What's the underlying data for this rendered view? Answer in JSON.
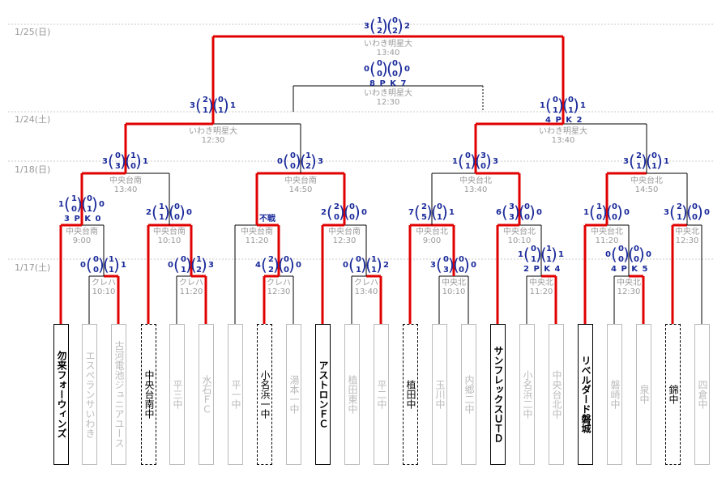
{
  "dates": {
    "d1": "1/25(日)",
    "d2": "1/24(土)",
    "d3": "1/18(日)",
    "d4": "1/17(土)"
  },
  "venues": {
    "final": {
      "name": "いわき明星大",
      "time": "13:40"
    },
    "third": {
      "name": "いわき明星大",
      "time": "12:30"
    },
    "sfL": {
      "name": "いわき明星大",
      "time": "12:30"
    },
    "sfR": {
      "name": "いわき明星大",
      "time": "13:40"
    },
    "q1": {
      "name": "中央台南",
      "time": "13:40"
    },
    "q2": {
      "name": "中央台南",
      "time": "14:50"
    },
    "q3": {
      "name": "中央台北",
      "time": "13:40"
    },
    "q4": {
      "name": "中央台北",
      "time": "14:50"
    },
    "r1": {
      "name": "中央台南",
      "time": "9:00"
    },
    "r2": {
      "name": "中央台南",
      "time": "10:10"
    },
    "r3": {
      "name": "中央台南",
      "time": "11:20"
    },
    "r4": {
      "name": "中央台南",
      "time": "12:30"
    },
    "r5": {
      "name": "中央台北",
      "time": "9:00"
    },
    "r6": {
      "name": "中央台北",
      "time": "10:10"
    },
    "r7": {
      "name": "中央台北",
      "time": "11:20"
    },
    "r8": {
      "name": "中央北",
      "time": "12:30"
    },
    "p1": {
      "name": "クレハ",
      "time": "10:10"
    },
    "p2": {
      "name": "クレハ",
      "time": "11:20"
    },
    "p3": {
      "name": "クレハ",
      "time": "12:30"
    },
    "p4": {
      "name": "クレハ",
      "time": "13:40"
    },
    "p5": {
      "name": "中央北",
      "time": "10:10"
    },
    "p6": {
      "name": "中央北",
      "time": "11:20"
    },
    "p7": {
      "name": "中央北",
      "time": "12:30"
    }
  },
  "teams": [
    "勿来フォーウィンズ",
    "エスペランサいわき",
    "古河電池ジュニアユース",
    "中央台南中",
    "平三中",
    "水石ＦＣ",
    "平一中",
    "小名浜一中",
    "湯本一中",
    "アストロンＦＣ",
    "植田東中",
    "平二中",
    "植田中",
    "玉川中",
    "内郷二中",
    "サンフレックスＵＴＤ",
    "小名浜二中",
    "中央台北中",
    "リベルダード磐城",
    "磐崎中",
    "泉中",
    "錦中",
    "四倉中"
  ],
  "scores": {
    "final": {
      "left": "3",
      "a": "1",
      "b": "2",
      "c": "0",
      "d": "2",
      "right": "2"
    },
    "third": {
      "left": "0",
      "a": "0",
      "b": "0",
      "c": "0",
      "d": "0",
      "right": "0",
      "pk": "8 P K 7"
    },
    "sfL": {
      "left": "3",
      "a": "2",
      "b": "1",
      "c": "0",
      "d": "1",
      "right": "1"
    },
    "sfR": {
      "left": "1",
      "a": "0",
      "b": "1",
      "c": "0",
      "d": "1",
      "right": "1",
      "pk": "4 P K 2"
    },
    "q1": {
      "left": "3",
      "a": "0",
      "b": "3",
      "c": "1",
      "d": "0",
      "right": "1"
    },
    "q2": {
      "left": "0",
      "a": "0",
      "b": "0",
      "c": "1",
      "d": "2",
      "right": "3"
    },
    "q3": {
      "left": "1",
      "a": "0",
      "b": "1",
      "c": "3",
      "d": "0",
      "right": "3"
    },
    "q4": {
      "left": "3",
      "a": "2",
      "b": "1",
      "c": "0",
      "d": "1",
      "right": "1"
    },
    "r1": {
      "left": "1",
      "a": "1",
      "b": "0",
      "c": "0",
      "d": "1",
      "right": "0",
      "pk": "3 P K 0"
    },
    "r2": {
      "left": "2",
      "a": "1",
      "b": "1",
      "c": "0",
      "d": "0",
      "right": "0"
    },
    "r4": {
      "left": "2",
      "a": "2",
      "b": "0",
      "c": "0",
      "d": "0",
      "right": "0"
    },
    "r5": {
      "left": "7",
      "a": "2",
      "b": "5",
      "c": "0",
      "d": "1",
      "right": "1"
    },
    "r6": {
      "left": "6",
      "a": "3",
      "b": "3",
      "c": "0",
      "d": "0",
      "right": "0"
    },
    "r7": {
      "left": "1",
      "a": "1",
      "b": "0",
      "c": "0",
      "d": "0",
      "right": "0"
    },
    "r8": {
      "left": "3",
      "a": "2",
      "b": "1",
      "c": "0",
      "d": "0",
      "right": "0"
    },
    "p1": {
      "left": "0",
      "a": "0",
      "b": "0",
      "c": "1",
      "d": "1",
      "right": "1"
    },
    "p2": {
      "left": "0",
      "a": "0",
      "b": "1",
      "c": "1",
      "d": "2",
      "right": "3"
    },
    "p3": {
      "left": "4",
      "a": "2",
      "b": "2",
      "c": "0",
      "d": "0",
      "right": "0"
    },
    "p4": {
      "left": "0",
      "a": "0",
      "b": "1",
      "c": "1",
      "d": "1",
      "right": "2"
    },
    "p5": {
      "left": "3",
      "a": "0",
      "b": "3",
      "c": "0",
      "d": "0",
      "right": "0"
    },
    "p6": {
      "left": "1",
      "a": "0",
      "b": "1",
      "c": "1",
      "d": "1",
      "right": "1",
      "pk": "2 P K 4"
    },
    "p7": {
      "left": "0",
      "a": "0",
      "b": "0",
      "c": "0",
      "d": "0",
      "right": "0",
      "pk": "4 P K 5"
    }
  },
  "bye": "不戦",
  "colors": {
    "win_line": "#e00000",
    "lose_line": "#000000",
    "grid": "#c8c8c8",
    "score": "#1a2a9a"
  }
}
